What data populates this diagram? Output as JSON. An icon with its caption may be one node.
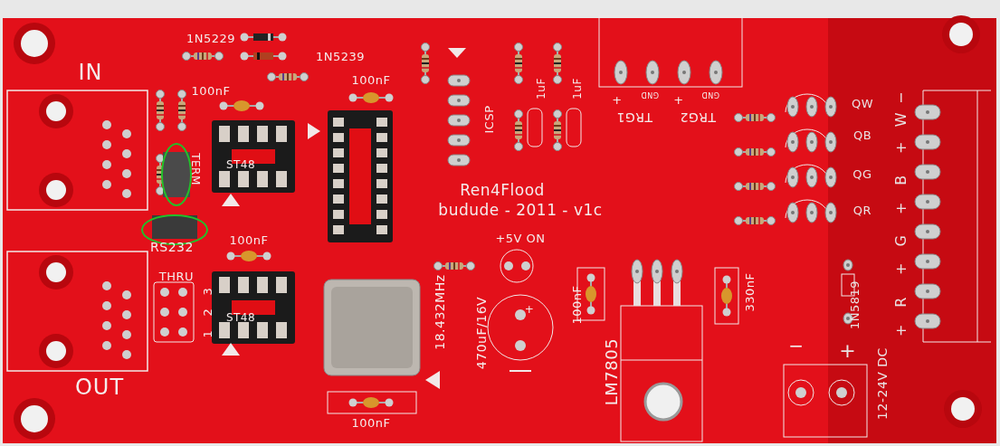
{
  "diagram": {
    "labels": [
      "1N5229",
      "1N5239",
      "IN",
      "100nF",
      "100nF",
      "ICSP",
      "1uF",
      "1uF",
      "+",
      "GND",
      "TRG1",
      "+",
      "GND",
      "TRG2",
      "QW",
      "TERM",
      "QB",
      "Ren4Flood",
      "budude - 2011 - v1c",
      "QG",
      "RS232",
      "QR",
      "100nF",
      "+5V ON",
      "THRU",
      "3",
      "2",
      "1",
      "ST48",
      "ST48",
      "18.432MHz",
      "470uF/16V",
      "+",
      "100nF",
      "330nF",
      "1N5819",
      "LM7805",
      "−",
      "+",
      "12-24V DC",
      "OUT",
      "100nF",
      "−",
      "W",
      "+",
      "B",
      "+",
      "G",
      "+",
      "R",
      "+"
    ]
  }
}
